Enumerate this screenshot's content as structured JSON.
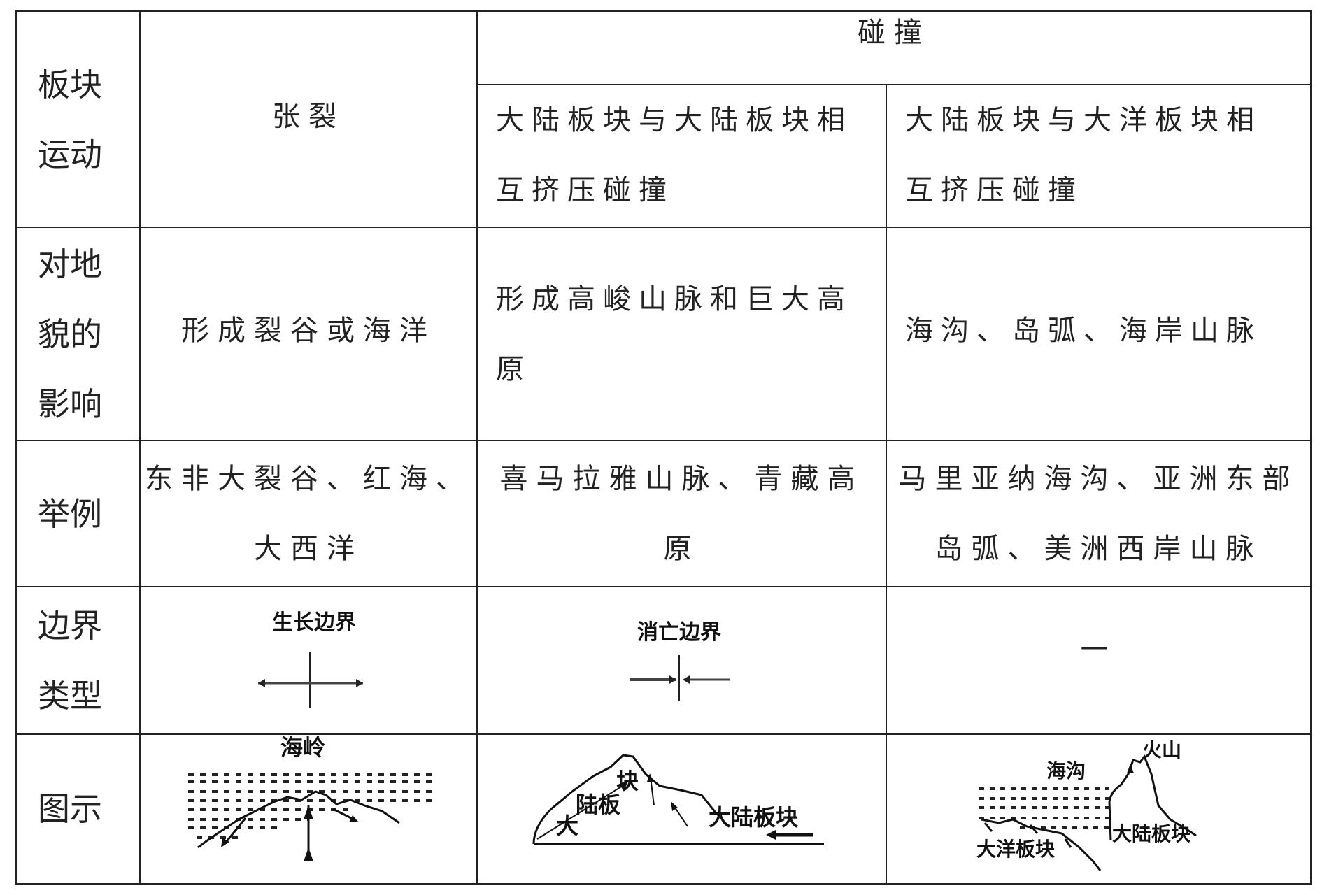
{
  "row_headers": {
    "motion": [
      "板块",
      "运动"
    ],
    "landform": [
      "对地",
      "貌的",
      "影响"
    ],
    "example": [
      "举例"
    ],
    "boundary": [
      "边界",
      "类型"
    ],
    "diagram": [
      "图示"
    ]
  },
  "columns": {
    "divergent": "张裂",
    "collision": "碰撞",
    "continent_continent": [
      "大陆板块与大陆板块相",
      "互挤压碰撞"
    ],
    "continent_ocean": [
      "大陆板块与大洋板块相",
      "互挤压碰撞"
    ]
  },
  "landform": {
    "divergent": "形成裂谷或海洋",
    "continent_continent": [
      "形成高峻山脉和巨大高",
      "原"
    ],
    "continent_ocean": "海沟、岛弧、海岸山脉"
  },
  "examples": {
    "divergent": [
      "东非大裂谷、红海、",
      "大西洋"
    ],
    "continent_continent": [
      "喜马拉雅山脉、青藏高",
      "原"
    ],
    "continent_ocean": [
      "马里亚纳海沟、亚洲东部",
      "岛弧、美洲西岸山脉"
    ]
  },
  "boundary": {
    "divergent": "生长边界",
    "continent_continent": "消亡边界",
    "continent_ocean": "—"
  },
  "diagrams": {
    "divergent": {
      "label": "海岭"
    },
    "continent_continent": {
      "labels": [
        "块",
        "陆板",
        "大",
        "大陆板块"
      ]
    },
    "continent_ocean": {
      "labels": [
        "火山",
        "海沟",
        "大洋板块",
        "大陆板块"
      ]
    }
  }
}
